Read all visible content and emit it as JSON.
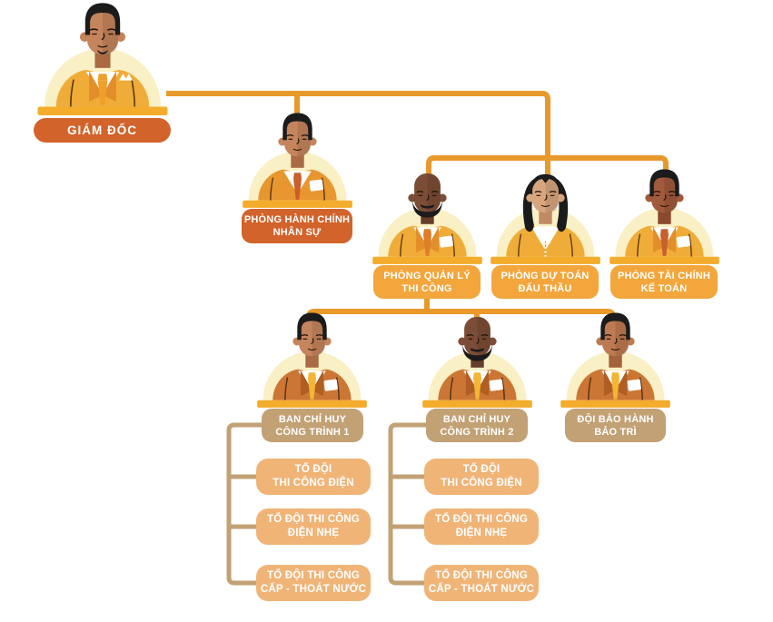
{
  "palette": {
    "connector_orange": "#E8992C",
    "connector_tan": "#C2A175",
    "label_dark_orange": "#D2632B",
    "label_amber": "#F2A63B",
    "label_tan": "#C2A175",
    "label_peach": "#F0B477",
    "dome": "#FAF0C5",
    "dome_bar": "#F3AC2B",
    "label_text": "#FFFFFF",
    "hair_black": "#1B1B1B"
  },
  "nodes": [
    {
      "id": "giam-doc",
      "lines": [
        "GIÁM ĐỐC"
      ],
      "avatar": {
        "skin": "#C6845C",
        "shade": "#A96A44",
        "hair": "short",
        "facial": "goatee",
        "outfit": "suit",
        "jacket": "#F0AC38",
        "lapel": "#E28E2B",
        "tie": "#EFA02B",
        "pocket": "square"
      }
    },
    {
      "id": "phong-hanh-chinh-nhan-su",
      "lines": [
        "PHÒNG HÀNH CHÍNH",
        "NHÂN SỰ"
      ],
      "avatar": {
        "skin": "#C6845C",
        "shade": "#A96A44",
        "hair": "short",
        "facial": "none",
        "outfit": "sweater",
        "jacket": "#E8962F",
        "tie": "#C95F2B",
        "pocket": "patch"
      }
    },
    {
      "id": "phong-quan-ly-thi-cong",
      "lines": [
        "PHÒNG QUẢN LÝ",
        "THI CÔNG"
      ],
      "avatar": {
        "skin": "#7C4D36",
        "shade": "#663D2A",
        "hair": "bald",
        "facial": "beard",
        "outfit": "suit",
        "jacket": "#F0AC38",
        "lapel": "#E28E2B",
        "tie": "#DE7E28",
        "pocket": "patch"
      }
    },
    {
      "id": "phong-du-toan-dau-thau",
      "lines": [
        "PHÒNG DỰ TOÁN",
        "ĐẤU THẦU"
      ],
      "avatar": {
        "skin": "#D8A67E",
        "shade": "#C08B62",
        "hair": "long",
        "facial": "none",
        "outfit": "cardigan",
        "jacket": "#F0AC38"
      }
    },
    {
      "id": "phong-tai-chinh-ke-toan",
      "lines": [
        "PHÒNG TÀI CHÍNH",
        "KẾ TOÁN"
      ],
      "avatar": {
        "skin": "#A25A3C",
        "shade": "#8A4930",
        "hair": "short",
        "facial": "none",
        "outfit": "suit",
        "jacket": "#F0AC38",
        "lapel": "#E28E2B",
        "tie": "#C6602E",
        "pocket": "patch"
      }
    },
    {
      "id": "ban-chi-huy-cong-trinh-1",
      "lines": [
        "BAN CHỈ HUY",
        "CÔNG TRÌNH 1"
      ],
      "avatar": {
        "skin": "#C6845C",
        "shade": "#A96A44",
        "hair": "short",
        "facial": "none",
        "outfit": "suit",
        "jacket": "#CB7634",
        "lapel": "#B05E24",
        "tie": "#F2B636",
        "pocket": "patch"
      }
    },
    {
      "id": "ban-chi-huy-cong-trinh-2",
      "lines": [
        "BAN CHỈ HUY",
        "CÔNG TRÌNH 2"
      ],
      "avatar": {
        "skin": "#7C4D36",
        "shade": "#663D2A",
        "hair": "bald",
        "facial": "beard",
        "outfit": "suit",
        "jacket": "#CB7634",
        "lapel": "#B05E24",
        "tie": "#F2B636",
        "pocket": "patch"
      }
    },
    {
      "id": "doi-bao-hanh-bao-tri",
      "lines": [
        "ĐỘI BẢO HÀNH",
        "BẢO TRÌ"
      ],
      "avatar": {
        "skin": "#BE7A50",
        "shade": "#A3623C",
        "hair": "short",
        "facial": "none",
        "outfit": "suit",
        "jacket": "#CB7634",
        "lapel": "#B05E24",
        "tie": "#F2B636",
        "pocket": "patch"
      }
    },
    {
      "id": "to-doi-thi-cong-dien-1",
      "lines": [
        "TỔ ĐỘI",
        "THI CÔNG ĐIỆN"
      ]
    },
    {
      "id": "to-doi-thi-cong-dien-nhe-1",
      "lines": [
        "TỔ ĐỘI THI CÔNG",
        "ĐIỆN NHẸ"
      ]
    },
    {
      "id": "to-doi-thi-cong-cap-thoat-nuoc-1",
      "lines": [
        "TỔ ĐỘI THI CÔNG",
        "CẤP - THOÁT NƯỚC"
      ]
    },
    {
      "id": "to-doi-thi-cong-dien-2",
      "lines": [
        "TỔ ĐỘI",
        "THI CÔNG ĐIỆN"
      ]
    },
    {
      "id": "to-doi-thi-cong-dien-nhe-2",
      "lines": [
        "TỔ ĐỘI THI CÔNG",
        "ĐIỆN NHẸ"
      ]
    },
    {
      "id": "to-doi-thi-cong-cap-thoat-nuoc-2",
      "lines": [
        "TỔ ĐỘI THI CÔNG",
        "CẤP - THOÁT NƯỚC"
      ]
    }
  ],
  "hierarchy": {
    "id": "giam-doc",
    "children": [
      {
        "id": "phong-hanh-chinh-nhan-su"
      },
      {
        "id": "phong-quan-ly-thi-cong",
        "children": [
          {
            "id": "ban-chi-huy-cong-trinh-1",
            "children": [
              {
                "id": "to-doi-thi-cong-dien-1"
              },
              {
                "id": "to-doi-thi-cong-dien-nhe-1"
              },
              {
                "id": "to-doi-thi-cong-cap-thoat-nuoc-1"
              }
            ]
          },
          {
            "id": "ban-chi-huy-cong-trinh-2",
            "children": [
              {
                "id": "to-doi-thi-cong-dien-2"
              },
              {
                "id": "to-doi-thi-cong-dien-nhe-2"
              },
              {
                "id": "to-doi-thi-cong-cap-thoat-nuoc-2"
              }
            ]
          },
          {
            "id": "doi-bao-hanh-bao-tri"
          }
        ]
      },
      {
        "id": "phong-du-toan-dau-thau"
      },
      {
        "id": "phong-tai-chinh-ke-toan"
      }
    ]
  }
}
